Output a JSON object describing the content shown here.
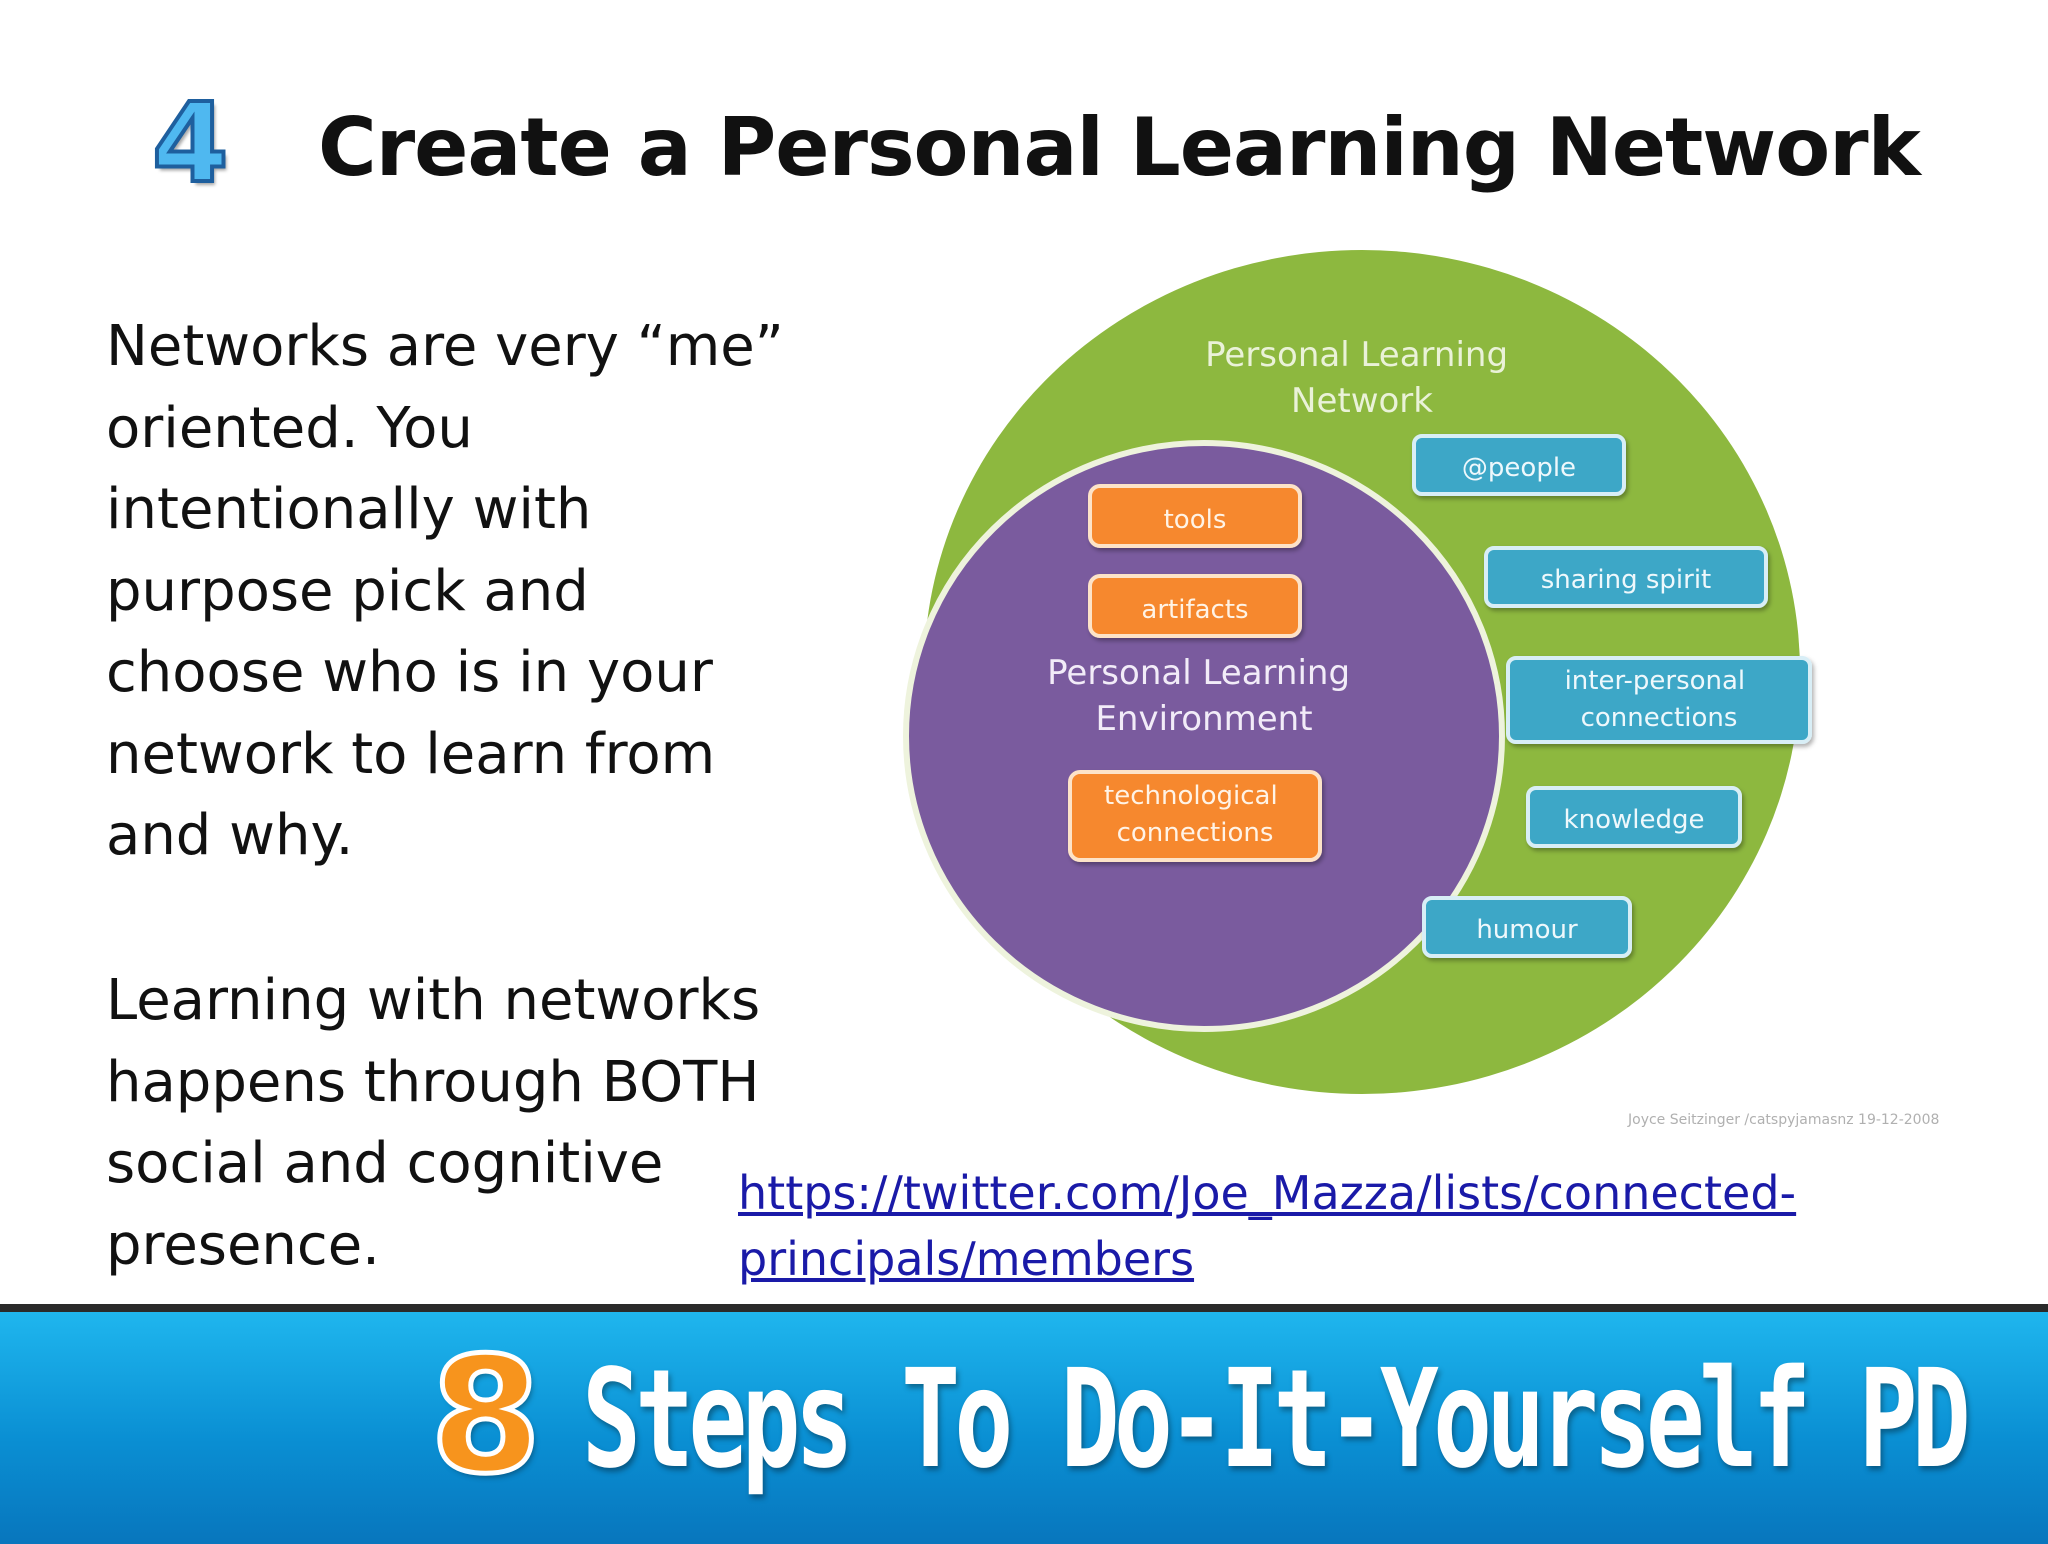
{
  "slide": {
    "step_number": "4",
    "title": "Create a Personal Learning Network",
    "paragraph1": [
      "Networks are very “me”",
      "oriented. You",
      "intentionally with",
      "purpose pick and",
      "choose who is in your",
      "network to learn from",
      "and why."
    ],
    "paragraph2": [
      "Learning with networks",
      "happens through BOTH",
      "social and cognitive",
      "presence."
    ],
    "link": [
      "https://twitter.com/Joe_Mazza/lists/connected-",
      "principals/members"
    ]
  },
  "diagram": {
    "outer_label": [
      "Personal Learning",
      "Network"
    ],
    "inner_label": [
      "Personal Learning",
      "Environment"
    ],
    "inner_items": [
      {
        "lines": [
          "tools"
        ]
      },
      {
        "lines": [
          "artifacts"
        ]
      },
      {
        "lines": [
          "technological",
          "connections"
        ]
      }
    ],
    "outer_items": [
      {
        "lines": [
          "@people"
        ]
      },
      {
        "lines": [
          "sharing spirit"
        ]
      },
      {
        "lines": [
          "inter-personal",
          "connections"
        ]
      },
      {
        "lines": [
          "knowledge"
        ]
      },
      {
        "lines": [
          "humour"
        ]
      }
    ],
    "credit": "Joyce Seitzinger /catspyjamasnz 19-12-2008",
    "colors": {
      "outer": "#8db83f",
      "inner": "#7a5b9e",
      "orange_box": "#f6882d",
      "blue_box": "#3ea7c7"
    }
  },
  "banner": {
    "number": "8",
    "title": "Steps To Do-It-Yourself PD",
    "color": "#0a8fd3"
  }
}
